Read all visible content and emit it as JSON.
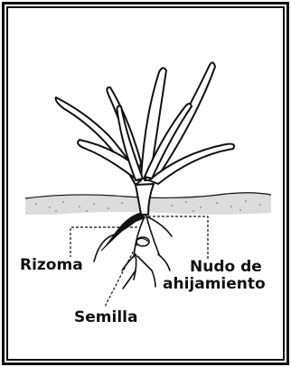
{
  "labels": {
    "rizoma": "Rizoma",
    "nudo_line1": "Nudo de",
    "nudo_line2": "ahijamiento",
    "semilla": "Semilla"
  },
  "colors": {
    "ink": "#111111",
    "background": "#ffffff",
    "soil": "#d9d9d9"
  }
}
